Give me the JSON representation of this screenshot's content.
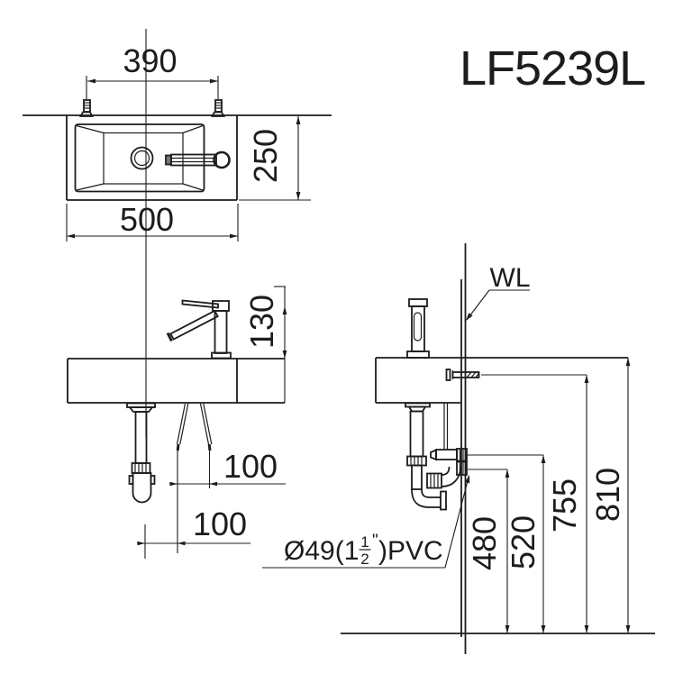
{
  "title": "LF5239L",
  "colors": {
    "ink": "#1c1c1c",
    "background": "#ffffff"
  },
  "views": {
    "top": {
      "dim_faucet_holes": "390",
      "dim_width": "500",
      "dim_depth": "250"
    },
    "front": {
      "dim_faucet_height": "130",
      "dim_hose_spacing": "100",
      "dim_drain_offset": "100"
    },
    "side": {
      "wall_label": "WL",
      "dim_drain_outlet_height": "480",
      "dim_supply_height": "520",
      "dim_bolt_height": "755",
      "dim_rim_height": "810",
      "drain_pipe_note": {
        "prefix": "Ø49(1",
        "frac_numerator": "1",
        "frac_denominator": "2",
        "inch_mark": "\"",
        "suffix": ")PVC"
      }
    }
  }
}
